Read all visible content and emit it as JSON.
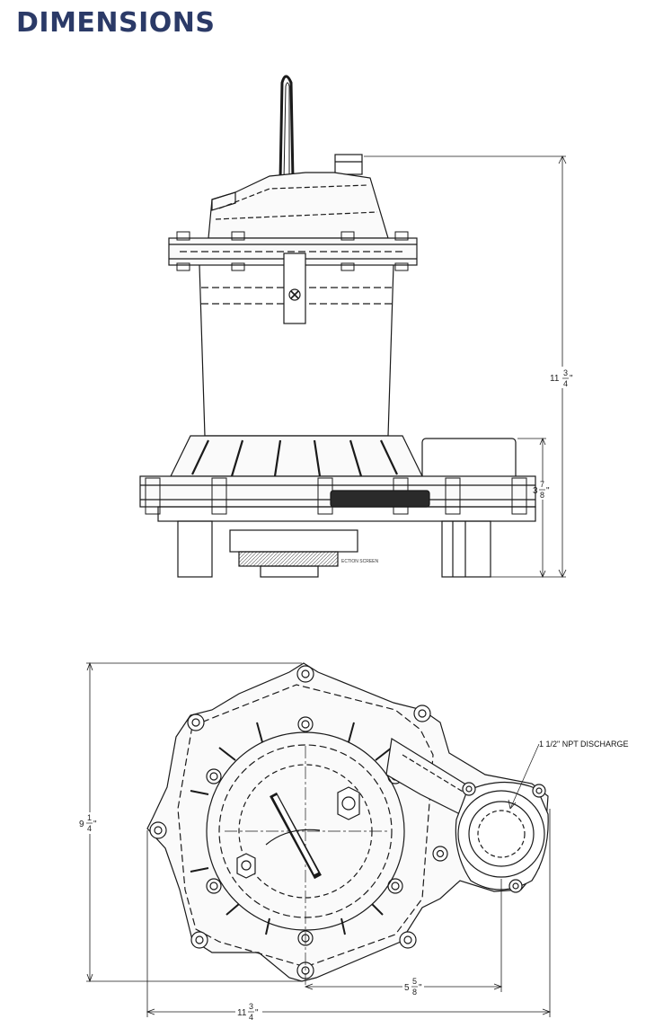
{
  "header": {
    "title": "DIMENSIONS"
  },
  "side_view": {
    "height_dim": {
      "whole": "11",
      "num": "3",
      "den": "4",
      "unit": "\""
    },
    "base_dim": {
      "whole": "3",
      "num": "7",
      "den": "8",
      "unit": "\""
    },
    "screen_label": "ECTION SCREEN"
  },
  "top_view": {
    "depth_dim": {
      "whole": "9",
      "num": "1",
      "den": "4",
      "unit": "\""
    },
    "discharge_offset_dim": {
      "whole": "5",
      "num": "5",
      "den": "8",
      "unit": "\""
    },
    "width_dim": {
      "whole": "11",
      "num": "3",
      "den": "4",
      "unit": "\""
    },
    "discharge_label": "1 1/2\" NPT DISCHARGE"
  },
  "colors": {
    "title": "#2b3a67",
    "line": "#1a1a1a"
  }
}
